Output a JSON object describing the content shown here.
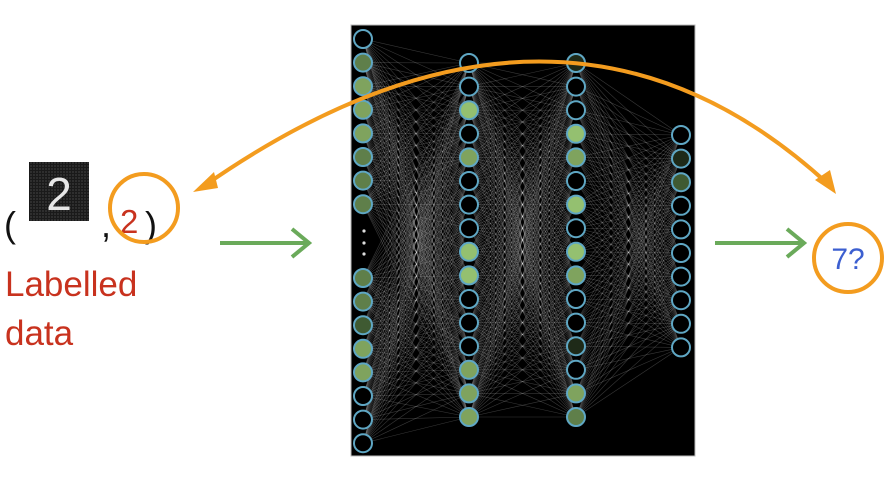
{
  "sample": {
    "open_paren": "(",
    "image_digit": "2",
    "comma": ",",
    "label": "2",
    "close_paren": ")"
  },
  "caption": {
    "line1": "Labelled",
    "line2": "data"
  },
  "prediction": "7?",
  "colors": {
    "orange": "#f39c1f",
    "green_arrow": "#6aaa5a",
    "red": "#c8321e",
    "blue": "#3c5fd0",
    "node_stroke": "#5fa7c4",
    "panel": "#000000"
  },
  "network": {
    "activation_palette": [
      "#000000",
      "#1e2a18",
      "#3f5a32",
      "#5f7f4a",
      "#7fa35e",
      "#94c070"
    ],
    "layers": [
      {
        "name": "input-top",
        "activations": [
          0,
          3,
          4,
          4,
          4,
          3,
          3,
          3
        ]
      },
      {
        "name": "input-bottom",
        "activations": [
          3,
          3,
          2,
          4,
          4,
          0,
          0,
          0
        ]
      },
      {
        "name": "hidden-1",
        "activations": [
          0,
          0,
          5,
          0,
          4,
          0,
          0,
          0,
          5,
          5,
          0,
          0,
          0,
          4,
          4,
          4
        ]
      },
      {
        "name": "hidden-2",
        "activations": [
          1,
          0,
          0,
          5,
          4,
          0,
          5,
          0,
          5,
          4,
          0,
          0,
          1,
          0,
          4,
          3
        ]
      },
      {
        "name": "output",
        "activations": [
          0,
          1,
          2,
          0,
          0,
          0,
          0,
          0,
          0,
          0
        ]
      }
    ]
  }
}
